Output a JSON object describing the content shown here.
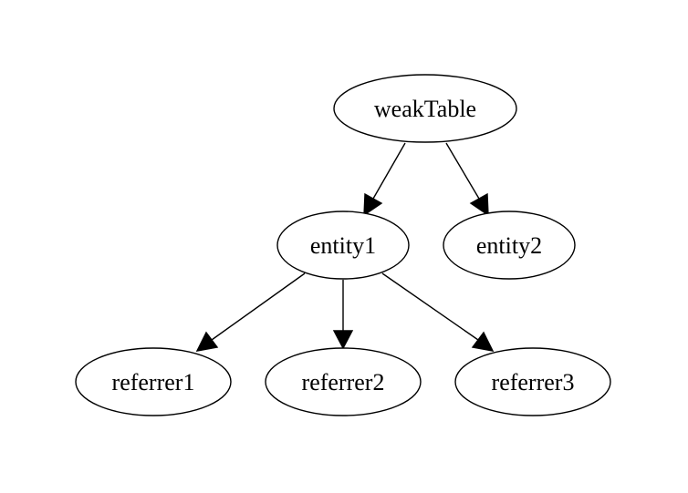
{
  "diagram": {
    "nodes": [
      {
        "id": "weakTable",
        "label": "weakTable"
      },
      {
        "id": "entity1",
        "label": "entity1"
      },
      {
        "id": "entity2",
        "label": "entity2"
      },
      {
        "id": "referrer1",
        "label": "referrer1"
      },
      {
        "id": "referrer2",
        "label": "referrer2"
      },
      {
        "id": "referrer3",
        "label": "referrer3"
      }
    ],
    "edges": [
      {
        "from": "weakTable",
        "to": "entity1"
      },
      {
        "from": "weakTable",
        "to": "entity2"
      },
      {
        "from": "entity1",
        "to": "referrer1"
      },
      {
        "from": "entity1",
        "to": "referrer2"
      },
      {
        "from": "entity1",
        "to": "referrer3"
      }
    ]
  },
  "colors": {
    "stroke": "#000000",
    "fill": "#ffffff",
    "background": "#ffffff"
  }
}
